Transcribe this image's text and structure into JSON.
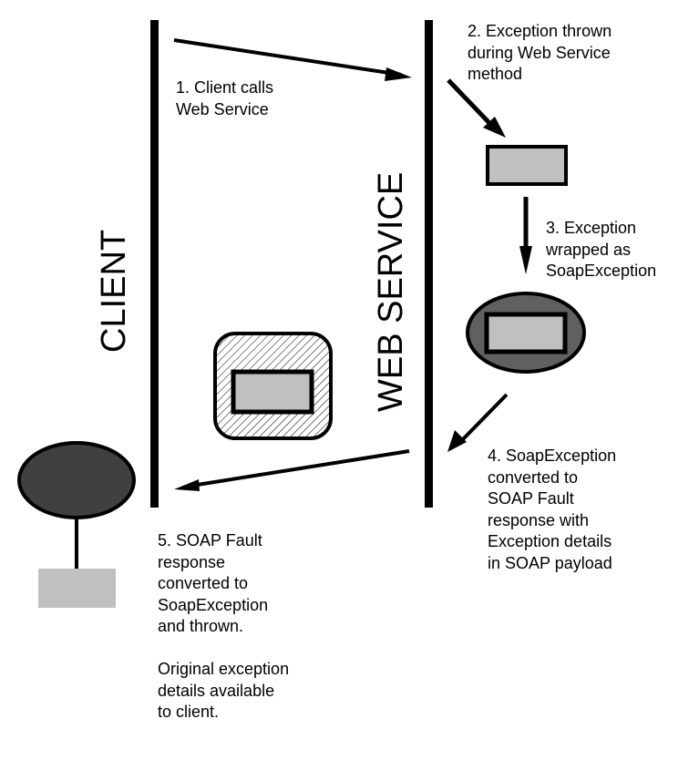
{
  "lanes": {
    "client": "CLIENT",
    "web_service": "WEB SERVICE"
  },
  "steps": [
    {
      "id": 1,
      "text": "1. Client calls\nWeb Service"
    },
    {
      "id": 2,
      "text": "2. Exception thrown\nduring Web Service\nmethod"
    },
    {
      "id": 3,
      "text": "3. Exception\nwrapped as\nSoapException"
    },
    {
      "id": 4,
      "text": "4. SoapException\nconverted to\nSOAP Fault\nresponse with\nException details\nin SOAP payload"
    },
    {
      "id": 5,
      "text": "5. SOAP Fault\nresponse\nconverted to\nSoapException\nand thrown.\n\nOriginal exception\ndetails available\nto client."
    }
  ],
  "colors": {
    "line": "#000000",
    "exception_box": "#c0c0c0",
    "soap_wrapper": "#606060",
    "client_exception": "#404040",
    "background": "#ffffff"
  }
}
